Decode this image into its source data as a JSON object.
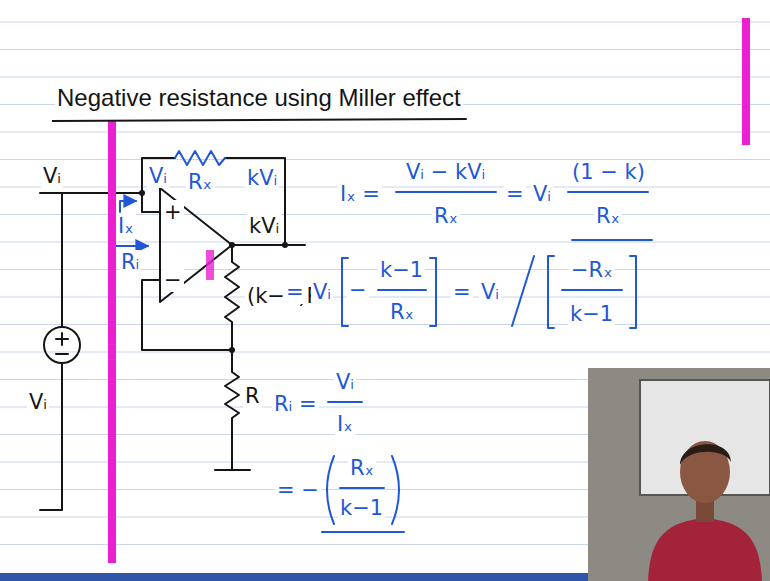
{
  "diagram": {
    "title": "Negative resistance using Miller effect",
    "labels": [
      "Vᵢ",
      "Iₓ",
      "Vᵢ",
      "Rₓ",
      "kVᵢ",
      "kVᵢ",
      "+",
      "−",
      "Rᵢ",
      "(k−1)R",
      "Vᵢ",
      "R",
      "Iₓ =",
      "Vᵢ − kVᵢ",
      "Rₓ",
      "=",
      "Vᵢ",
      "(1 − k)",
      "Rₓ",
      "=",
      "Vᵢ",
      "−",
      "k−1",
      "Rₓ",
      "=",
      "Vᵢ",
      "−Rₓ",
      "k−1",
      "Rᵢ =",
      "Vᵢ",
      "Iₓ",
      "= −",
      "Rₓ",
      "k−1"
    ]
  }
}
